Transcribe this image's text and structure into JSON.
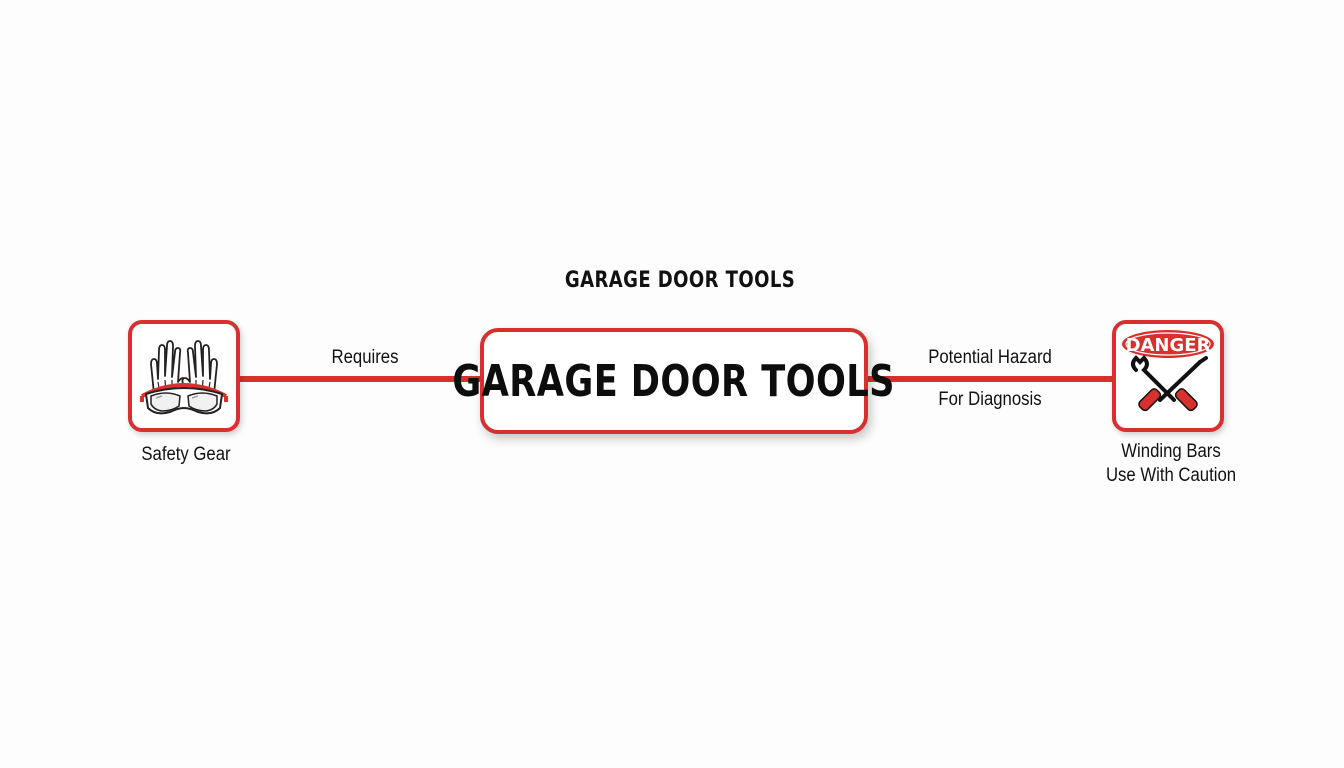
{
  "title": "GARAGE DOOR TOOLS",
  "central_node": {
    "label": "GARAGE DOOR TOOLS"
  },
  "left_node": {
    "label": "Safety Gear",
    "icon": "safety-gear-icon",
    "edge_label": "Requires"
  },
  "right_node": {
    "label_line1": "Winding Bars",
    "label_line2": "Use With Caution",
    "icon": "danger-wrench-icon",
    "sign_text": "DANGER",
    "edge_label_top": "Potential Hazard",
    "edge_label_bottom": "For Diagnosis"
  },
  "colors": {
    "accent": "#d8302f",
    "text": "#111111",
    "background": "#fdfdfd"
  }
}
